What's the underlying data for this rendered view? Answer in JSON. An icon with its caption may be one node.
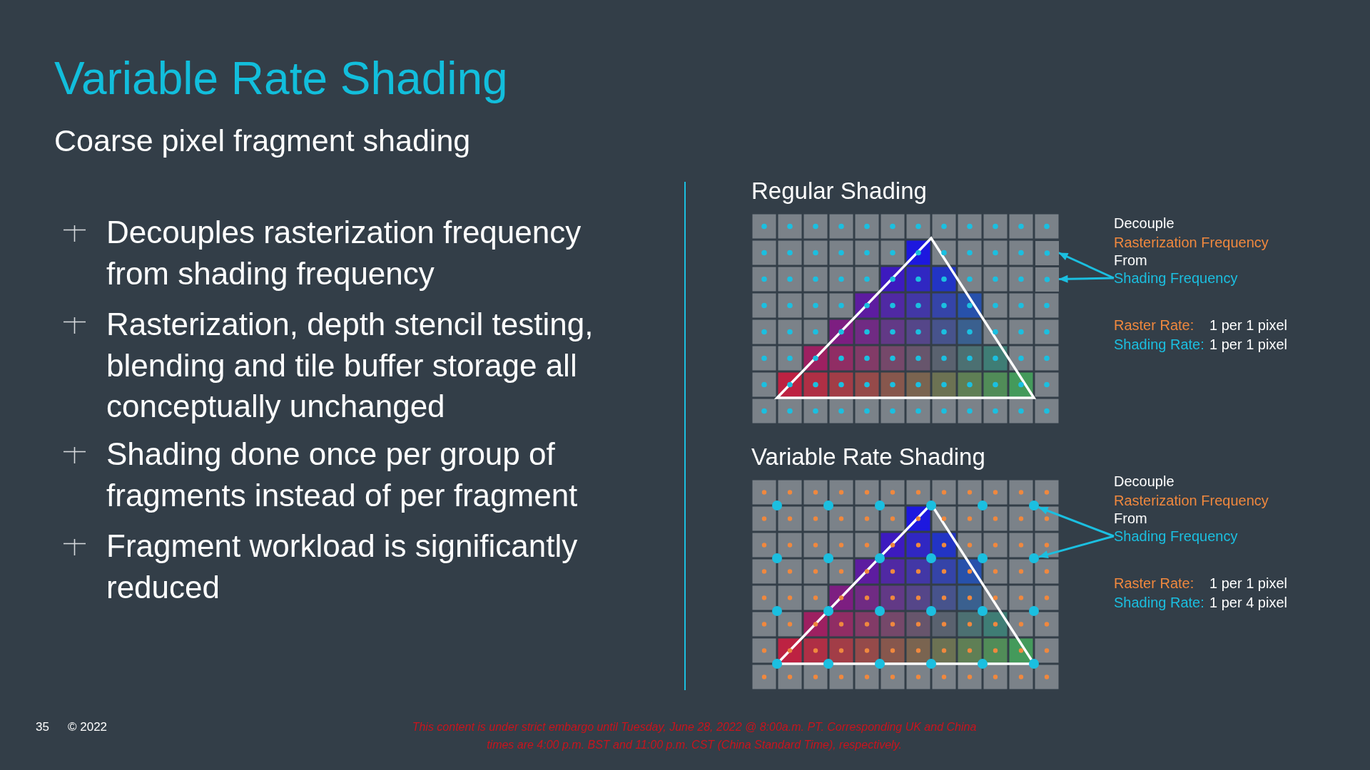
{
  "diagram": {
    "title": "Variable Rate Shading",
    "nodes": [
      {
        "text": [
          "Regular Shading"
        ]
      },
      {
        "text": [],
        "shape": "box"
      },
      {
        "text": [],
        "shape": "box"
      },
      {
        "text": [
          "Shading Frequency"
        ]
      },
      {
        "text": [
          "Variable Rate Shading"
        ]
      },
      {
        "text": [],
        "shape": "circle",
        "in": 4
      },
      {
        "text": [],
        "shape": "circle",
        "in": 4
      },
      {
        "text": [
          "Shading Frequency"
        ]
      }
    ],
    "edges": [
      {
        "from": 3,
        "to": 1,
        "arrow": "to"
      },
      {
        "from": 3,
        "to": 2,
        "arrow": "to"
      },
      {
        "from": 7,
        "to": 5,
        "arrow": "to"
      },
      {
        "from": 7,
        "to": 6,
        "arrow": "to"
      }
    ],
    "labels": [
      "Coarse pixel fragment shading",
      "Decouples rasterization frequency from shading frequency",
      "Rasterization, depth stencil testing, blending and tile buffer storage all conceptually unchanged",
      "Shading done once per group of fragments instead of per fragment",
      "Fragment workload is significantly reduced",
      "Decouple",
      "Rasterization Frequency",
      "From",
      "Raster Rate:",
      "1 per 1 pixel",
      "Shading Rate:",
      "1 per 1 pixel",
      "Decouple",
      "Rasterization Frequency",
      "From",
      "Raster Rate:",
      "1 per 1 pixel",
      "Shading Rate:",
      "1 per 4 pixel",
      "35",
      "© 2022",
      "This content is under strict embargo until Tuesday, June 28, 2022 @ 8:00a.m. PT. Corresponding UK and China times are 4:00 p.m. BST and 11:00 p.m. CST (China Standard Time), respectively."
    ]
  }
}
